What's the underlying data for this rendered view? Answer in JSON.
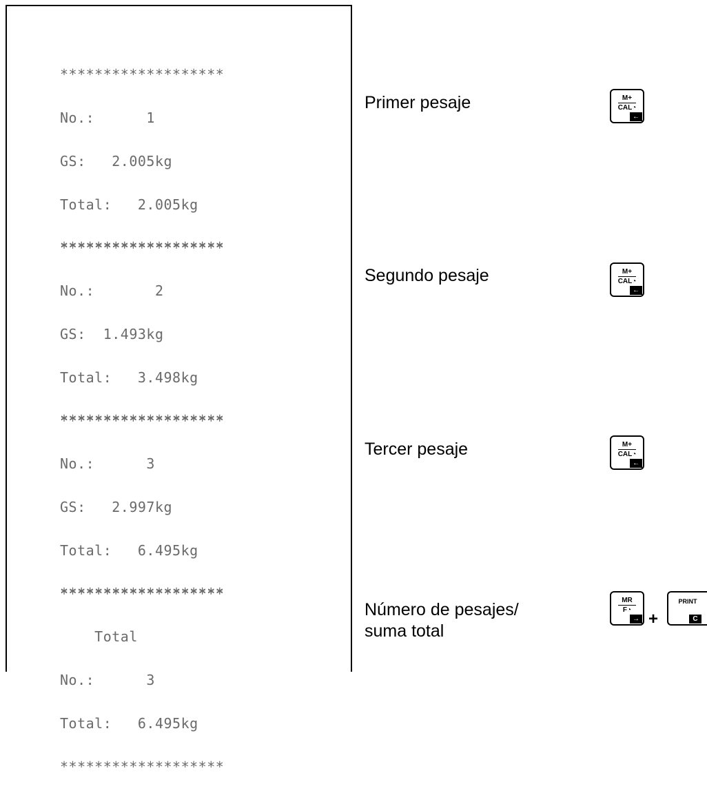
{
  "receipts": [
    {
      "lines": [
        "*******************",
        "No.:      1",
        "GS:   2.005kg",
        "Total:   2.005kg",
        "*******************"
      ]
    },
    {
      "lines": [
        "*******************",
        "No.:       2",
        "GS:  1.493kg",
        "Total:   3.498kg",
        "*******************"
      ]
    },
    {
      "lines": [
        "*******************",
        "No.:      3",
        "GS:   2.997kg",
        "Total:   6.495kg",
        "*******************"
      ]
    },
    {
      "lines": [
        "*******************",
        "    Total",
        "No.:      3",
        "Total:   6.495kg",
        "*******************"
      ]
    }
  ],
  "steps": [
    {
      "label": "Primer pesaje"
    },
    {
      "label": "Segundo pesaje"
    },
    {
      "label": "Tercer pesaje"
    },
    {
      "label": "Número de pesajes/\nsuma total"
    }
  ],
  "keys": {
    "mplus": {
      "top": "M+",
      "bottom": "CAL◔",
      "corner": "←"
    },
    "mr": {
      "top": "MR",
      "bottom": "F◔",
      "corner": "→"
    },
    "print": {
      "top": "PRINT",
      "corner": "C"
    },
    "plus": "+"
  }
}
